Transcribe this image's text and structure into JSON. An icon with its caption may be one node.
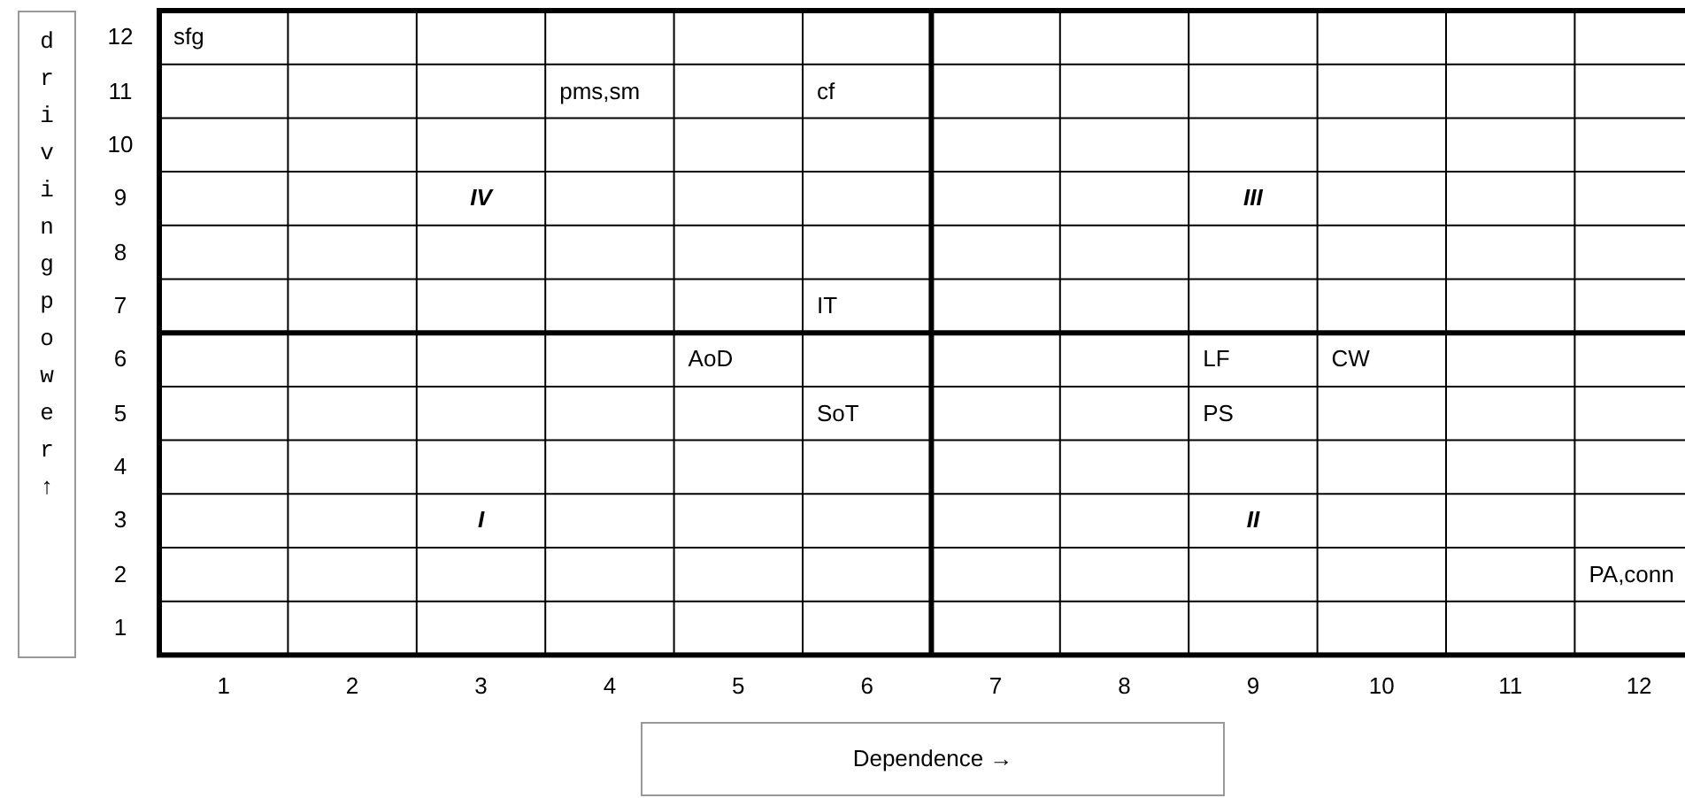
{
  "diagram": {
    "nodes": [
      {
        "text": [
          "driving power ↑"
        ]
      },
      {
        "text": [
          "Dependence →"
        ]
      }
    ],
    "labels": [
      "12",
      "sfg",
      "11",
      "pms,sm",
      "cf",
      "10",
      "9",
      "IV",
      "III",
      "8",
      "7",
      "IT",
      "6",
      "AoD",
      "LF",
      "CW",
      "5",
      "SoT",
      "PS",
      "4",
      "3",
      "I",
      "II",
      "2",
      "PA,conn",
      "1",
      "1",
      "2",
      "3",
      "4",
      "5",
      "6",
      "7",
      "8",
      "9",
      "10",
      "11",
      "12"
    ]
  }
}
